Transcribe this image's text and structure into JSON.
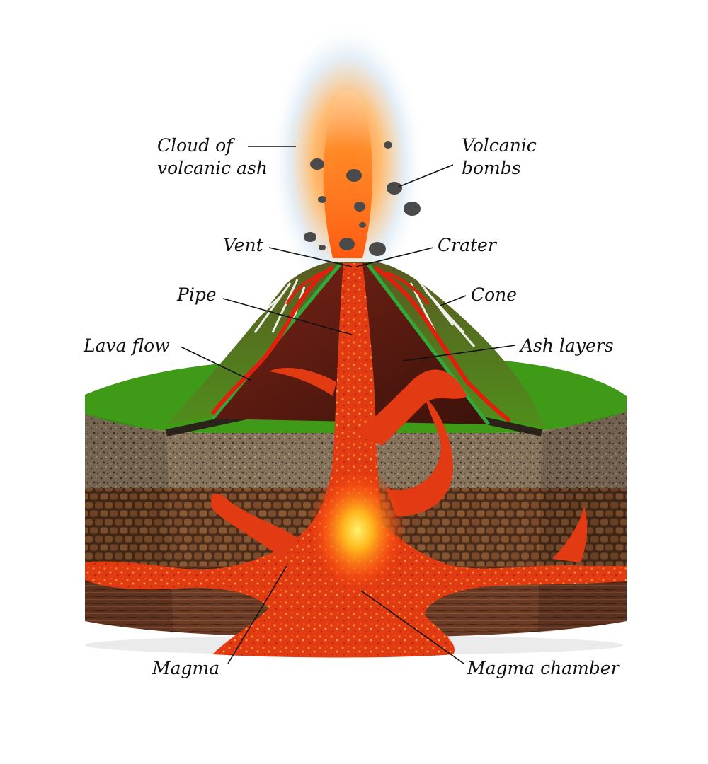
{
  "labels": {
    "ash_cloud_line1": "Cloud of",
    "ash_cloud_line2": "volcanic ash",
    "bombs_line1": "Volcanic",
    "bombs_line2": "bombs",
    "vent": "Vent",
    "crater": "Crater",
    "pipe": "Pipe",
    "cone": "Cone",
    "lava_flow": "Lava flow",
    "ash_layers": "Ash layers",
    "magma": "Magma",
    "magma_chamber": "Magma chamber"
  },
  "colors": {
    "grass": "#3f9a17",
    "cone_slope": "#6f7525",
    "cone_interior": "#5a1d12",
    "topsoil": "#85735c",
    "clay_layer": "#7d4e2d",
    "deep_rock": "#6a3b25",
    "magma": "#e8360f",
    "magma_bright": "#ffd21c",
    "ash_plume": "#ff8a1e",
    "bombs": "#4a4a4a"
  }
}
